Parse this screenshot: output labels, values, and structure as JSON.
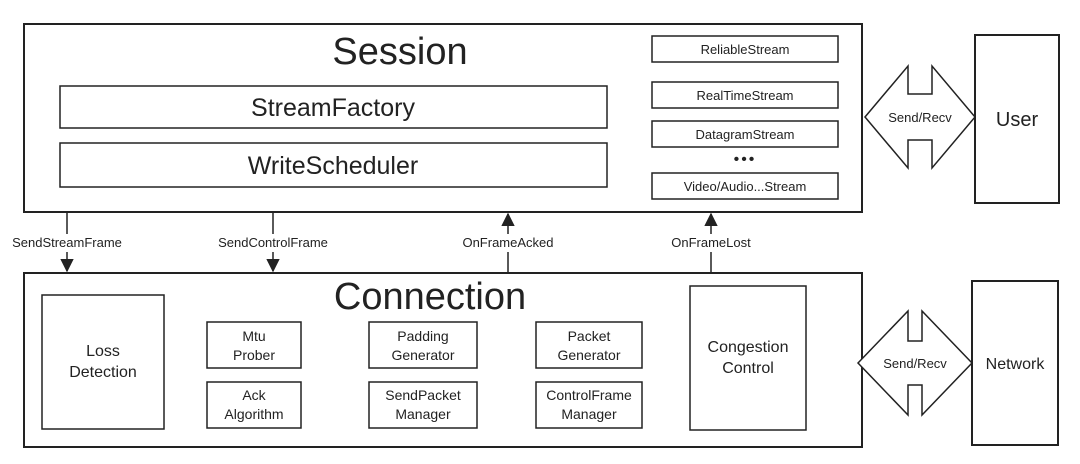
{
  "session": {
    "title": "Session",
    "bars": [
      "StreamFactory",
      "WriteScheduler"
    ],
    "streams": [
      "ReliableStream",
      "RealTimeStream",
      "DatagramStream",
      "Video/Audio...Stream"
    ],
    "ellipsis": "•••"
  },
  "connection": {
    "title": "Connection",
    "loss_detection": [
      "Loss",
      "Detection"
    ],
    "congestion_control": [
      "Congestion",
      "Control"
    ],
    "components": [
      [
        "Mtu",
        "Prober"
      ],
      [
        "Padding",
        "Generator"
      ],
      [
        "Packet",
        "Generator"
      ],
      [
        "Ack",
        "Algorithm"
      ],
      [
        "SendPacket",
        "Manager"
      ],
      [
        "ControlFrame",
        "Manager"
      ]
    ]
  },
  "interfaces": [
    "SendStreamFrame",
    "SendControlFrame",
    "OnFrameAcked",
    "OnFrameLost"
  ],
  "user": {
    "label": "User",
    "link_label": "Send/Recv"
  },
  "network": {
    "label": "Network",
    "link_label": "Send/Recv"
  }
}
